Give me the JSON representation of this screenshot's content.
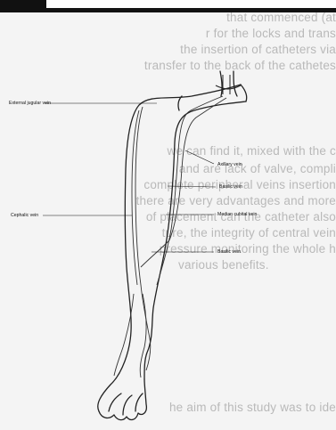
{
  "diagram": {
    "labels": {
      "external_jugular_vein": "External jugular vein",
      "axillary_vein": "Axillary vein",
      "basilic_vein_upper": "Basilic vein",
      "cephalic_vein": "Cephalic vein",
      "median_cubital_vein": "Median cubital vein",
      "basilic_vein_lower": "Basilic vein"
    }
  },
  "background_text": {
    "lines": [
      "that commenced (at",
      "r for the locks and trans",
      "the insertion of catheters via",
      "transfer to the back of the cathetes",
      "we can find it, mixed with the c",
      "and are lack of valve, compli",
      "complete peripheral veins insertion",
      "there are very advantages and more",
      "of placement can the catheter also",
      "ture, the integrity of central vein",
      "pressure monitoring the whole h",
      "various benefits.",
      "he aim of this study was to ide"
    ]
  }
}
